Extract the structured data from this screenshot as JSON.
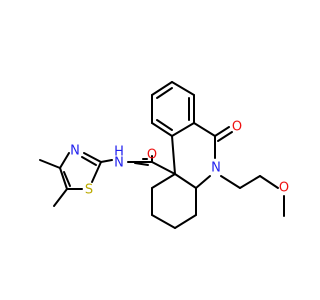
{
  "molecule": {
    "colors": {
      "bond": "#000000",
      "nitrogen": "#2222ee",
      "oxygen": "#ee1111",
      "sulfur": "#bbaa00",
      "carbon_label": "#000000"
    },
    "atom_labels": {
      "amide_h": "H",
      "amide_n": "N",
      "amide_o": "O",
      "lactam_o": "O",
      "lactam_n": "N",
      "ether_o": "O",
      "thiazole_n": "N",
      "thiazole_s": "S"
    }
  }
}
